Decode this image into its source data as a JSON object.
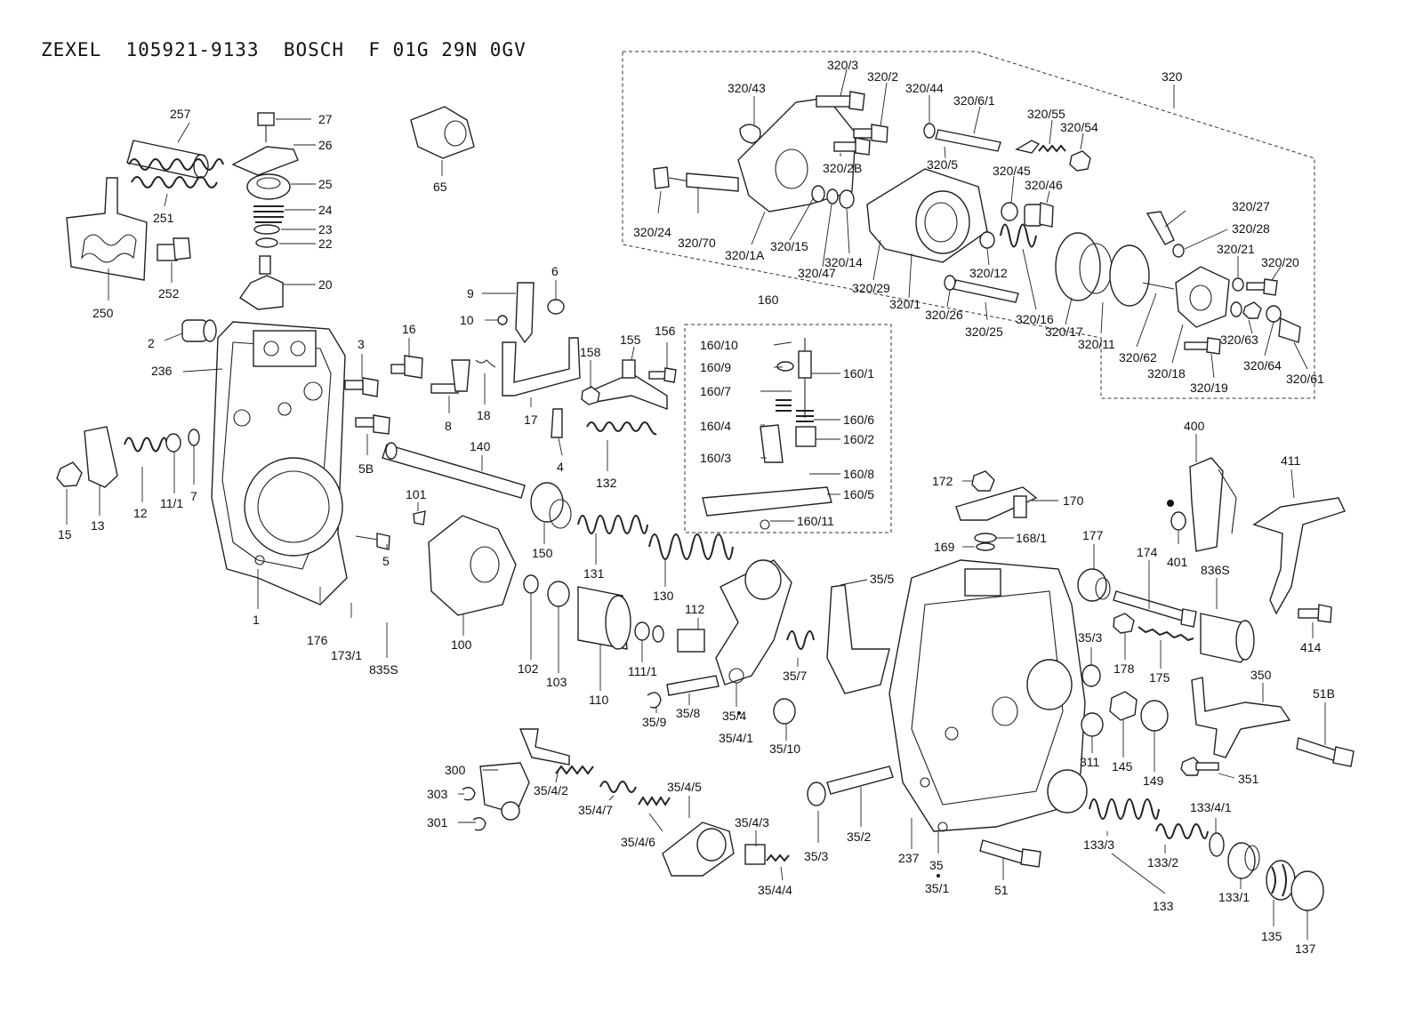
{
  "header": {
    "title": "ZEXEL  105921-9133  BOSCH  F 01G 29N 0GV"
  },
  "labels": [
    {
      "id": "257",
      "t": "257"
    },
    {
      "id": "27",
      "t": "27"
    },
    {
      "id": "26",
      "t": "26"
    },
    {
      "id": "25",
      "t": "25"
    },
    {
      "id": "24",
      "t": "24"
    },
    {
      "id": "23",
      "t": "23"
    },
    {
      "id": "22",
      "t": "22"
    },
    {
      "id": "20",
      "t": "20"
    },
    {
      "id": "251",
      "t": "251"
    },
    {
      "id": "252",
      "t": "252"
    },
    {
      "id": "250",
      "t": "250"
    },
    {
      "id": "65",
      "t": "65"
    },
    {
      "id": "2",
      "t": "2"
    },
    {
      "id": "236",
      "t": "236"
    },
    {
      "id": "3",
      "t": "3"
    },
    {
      "id": "16",
      "t": "16"
    },
    {
      "id": "9",
      "t": "9"
    },
    {
      "id": "6",
      "t": "6"
    },
    {
      "id": "10",
      "t": "10"
    },
    {
      "id": "155",
      "t": "155"
    },
    {
      "id": "156",
      "t": "156"
    },
    {
      "id": "158",
      "t": "158"
    },
    {
      "id": "8",
      "t": "8"
    },
    {
      "id": "18",
      "t": "18"
    },
    {
      "id": "17",
      "t": "17"
    },
    {
      "id": "4",
      "t": "4"
    },
    {
      "id": "132",
      "t": "132"
    },
    {
      "id": "5B",
      "t": "5B"
    },
    {
      "id": "140",
      "t": "140"
    },
    {
      "id": "15",
      "t": "15"
    },
    {
      "id": "13",
      "t": "13"
    },
    {
      "id": "12",
      "t": "12"
    },
    {
      "id": "11/1",
      "t": "11/1"
    },
    {
      "id": "7",
      "t": "7"
    },
    {
      "id": "101",
      "t": "101"
    },
    {
      "id": "150",
      "t": "150"
    },
    {
      "id": "5",
      "t": "5"
    },
    {
      "id": "1",
      "t": "1"
    },
    {
      "id": "131",
      "t": "131"
    },
    {
      "id": "130",
      "t": "130"
    },
    {
      "id": "176",
      "t": "176"
    },
    {
      "id": "173/1",
      "t": "173/1"
    },
    {
      "id": "835S",
      "t": "835S"
    },
    {
      "id": "100",
      "t": "100"
    },
    {
      "id": "102",
      "t": "102"
    },
    {
      "id": "103",
      "t": "103"
    },
    {
      "id": "110",
      "t": "110"
    },
    {
      "id": "111/1",
      "t": "111/1"
    },
    {
      "id": "112",
      "t": "112"
    },
    {
      "id": "35/9",
      "t": "35/9"
    },
    {
      "id": "35/8",
      "t": "35/8"
    },
    {
      "id": "35/4",
      "t": "35/4"
    },
    {
      "id": "35/4/1",
      "t": "35/4/1"
    },
    {
      "id": "35/10",
      "t": "35/10"
    },
    {
      "id": "35/7",
      "t": "35/7"
    },
    {
      "id": "35/5",
      "t": "35/5"
    },
    {
      "id": "160",
      "t": "160"
    },
    {
      "id": "160/10",
      "t": "160/10"
    },
    {
      "id": "160/9",
      "t": "160/9"
    },
    {
      "id": "160/1",
      "t": "160/1"
    },
    {
      "id": "160/7",
      "t": "160/7"
    },
    {
      "id": "160/6",
      "t": "160/6"
    },
    {
      "id": "160/4",
      "t": "160/4"
    },
    {
      "id": "160/2",
      "t": "160/2"
    },
    {
      "id": "160/3",
      "t": "160/3"
    },
    {
      "id": "160/8",
      "t": "160/8"
    },
    {
      "id": "160/5",
      "t": "160/5"
    },
    {
      "id": "160/11",
      "t": "160/11"
    },
    {
      "id": "172",
      "t": "172"
    },
    {
      "id": "170",
      "t": "170"
    },
    {
      "id": "169",
      "t": "169"
    },
    {
      "id": "168/1",
      "t": "168/1"
    },
    {
      "id": "177",
      "t": "177"
    },
    {
      "id": "174",
      "t": "174"
    },
    {
      "id": "400",
      "t": "400"
    },
    {
      "id": "401",
      "t": "401"
    },
    {
      "id": "411",
      "t": "411"
    },
    {
      "id": "836S",
      "t": "836S"
    },
    {
      "id": "414",
      "t": "414"
    },
    {
      "id": "35/3a",
      "t": "35/3"
    },
    {
      "id": "178",
      "t": "178"
    },
    {
      "id": "175",
      "t": "175"
    },
    {
      "id": "350",
      "t": "350"
    },
    {
      "id": "51B",
      "t": "51B"
    },
    {
      "id": "311",
      "t": "311"
    },
    {
      "id": "145",
      "t": "145"
    },
    {
      "id": "149",
      "t": "149"
    },
    {
      "id": "351",
      "t": "351"
    },
    {
      "id": "300",
      "t": "300"
    },
    {
      "id": "303",
      "t": "303"
    },
    {
      "id": "301",
      "t": "301"
    },
    {
      "id": "35/4/2",
      "t": "35/4/2"
    },
    {
      "id": "35/4/7",
      "t": "35/4/7"
    },
    {
      "id": "35/4/5",
      "t": "35/4/5"
    },
    {
      "id": "35/4/6",
      "t": "35/4/6"
    },
    {
      "id": "35/4/3",
      "t": "35/4/3"
    },
    {
      "id": "35/4/4",
      "t": "35/4/4"
    },
    {
      "id": "35/3b",
      "t": "35/3"
    },
    {
      "id": "35/2",
      "t": "35/2"
    },
    {
      "id": "237",
      "t": "237"
    },
    {
      "id": "35",
      "t": "35"
    },
    {
      "id": "35/1",
      "t": "35/1"
    },
    {
      "id": "51",
      "t": "51"
    },
    {
      "id": "133/3",
      "t": "133/3"
    },
    {
      "id": "133/2",
      "t": "133/2"
    },
    {
      "id": "133",
      "t": "133"
    },
    {
      "id": "133/4/1",
      "t": "133/4/1"
    },
    {
      "id": "133/1",
      "t": "133/1"
    },
    {
      "id": "135",
      "t": "135"
    },
    {
      "id": "137",
      "t": "137"
    },
    {
      "id": "320",
      "t": "320"
    },
    {
      "id": "320/3",
      "t": "320/3"
    },
    {
      "id": "320/2",
      "t": "320/2"
    },
    {
      "id": "320/43",
      "t": "320/43"
    },
    {
      "id": "320/44",
      "t": "320/44"
    },
    {
      "id": "320/6/1",
      "t": "320/6/1"
    },
    {
      "id": "320/55",
      "t": "320/55"
    },
    {
      "id": "320/54",
      "t": "320/54"
    },
    {
      "id": "320/2B",
      "t": "320/2B"
    },
    {
      "id": "320/5",
      "t": "320/5"
    },
    {
      "id": "320/45",
      "t": "320/45"
    },
    {
      "id": "320/46",
      "t": "320/46"
    },
    {
      "id": "320/24",
      "t": "320/24"
    },
    {
      "id": "320/70",
      "t": "320/70"
    },
    {
      "id": "320/1A",
      "t": "320/1A"
    },
    {
      "id": "320/15",
      "t": "320/15"
    },
    {
      "id": "320/47",
      "t": "320/47"
    },
    {
      "id": "320/14",
      "t": "320/14"
    },
    {
      "id": "320/29",
      "t": "320/29"
    },
    {
      "id": "320/1",
      "t": "320/1"
    },
    {
      "id": "320/12",
      "t": "320/12"
    },
    {
      "id": "320/26",
      "t": "320/26"
    },
    {
      "id": "320/25",
      "t": "320/25"
    },
    {
      "id": "320/16",
      "t": "320/16"
    },
    {
      "id": "320/17",
      "t": "320/17"
    },
    {
      "id": "320/11",
      "t": "320/11"
    },
    {
      "id": "320/27",
      "t": "320/27"
    },
    {
      "id": "320/28",
      "t": "320/28"
    },
    {
      "id": "320/21",
      "t": "320/21"
    },
    {
      "id": "320/20",
      "t": "320/20"
    },
    {
      "id": "320/62",
      "t": "320/62"
    },
    {
      "id": "320/63",
      "t": "320/63"
    },
    {
      "id": "320/18",
      "t": "320/18"
    },
    {
      "id": "320/19",
      "t": "320/19"
    },
    {
      "id": "320/64",
      "t": "320/64"
    },
    {
      "id": "320/61",
      "t": "320/61"
    }
  ]
}
